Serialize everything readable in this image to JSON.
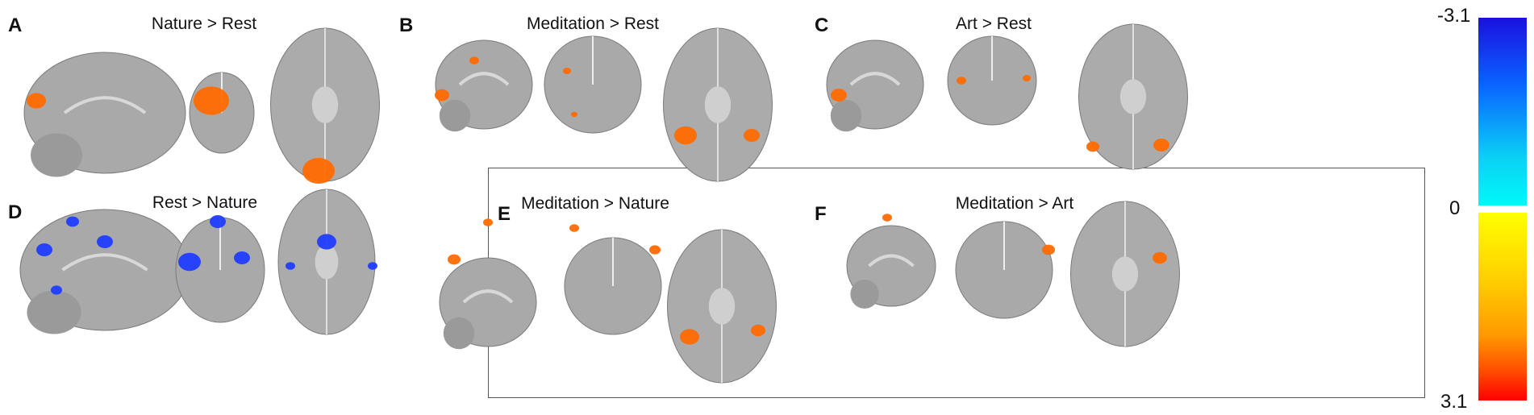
{
  "panels": [
    {
      "label": "A",
      "title": "Nature > Rest",
      "sign": "positive"
    },
    {
      "label": "B",
      "title": "Meditation > Rest",
      "sign": "positive"
    },
    {
      "label": "C",
      "title": "Art > Rest",
      "sign": "positive"
    },
    {
      "label": "D",
      "title": "Rest > Nature",
      "sign": "negative"
    },
    {
      "label": "E",
      "title": "Meditation > Nature",
      "sign": "positive"
    },
    {
      "label": "F",
      "title": "Meditation > Art",
      "sign": "positive"
    }
  ],
  "colorbar": {
    "min_label": "-3.1",
    "mid_label": "0",
    "max_label": "3.1",
    "negative_colors": [
      "#1a10e0",
      "#00f8f8"
    ],
    "positive_colors": [
      "#ffff00",
      "#ff0000"
    ]
  }
}
